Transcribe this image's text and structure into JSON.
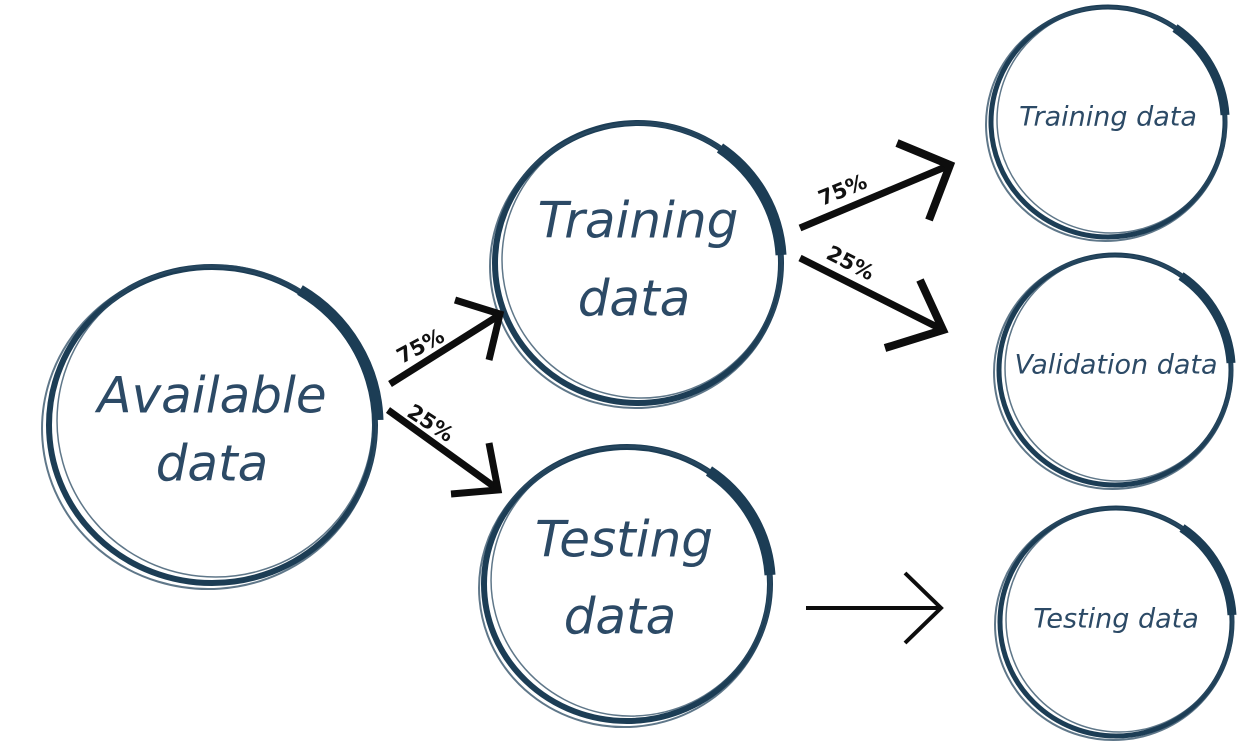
{
  "nodes": {
    "available": {
      "line1": "Available",
      "line2": "data"
    },
    "training": {
      "line1": "Training",
      "line2": "data"
    },
    "testing": {
      "line1": "Testing",
      "line2": "data"
    },
    "final_training": {
      "label": "Training data"
    },
    "final_validation": {
      "label": "Validation data"
    },
    "final_testing": {
      "label": "Testing data"
    }
  },
  "splits": {
    "available_to_training": "75%",
    "available_to_testing": "25%",
    "training_to_training": "75%",
    "training_to_validation": "25%"
  },
  "colors": {
    "ring": "#1c3d55",
    "text": "#2c4a66",
    "arrow": "#0d0d0d"
  }
}
